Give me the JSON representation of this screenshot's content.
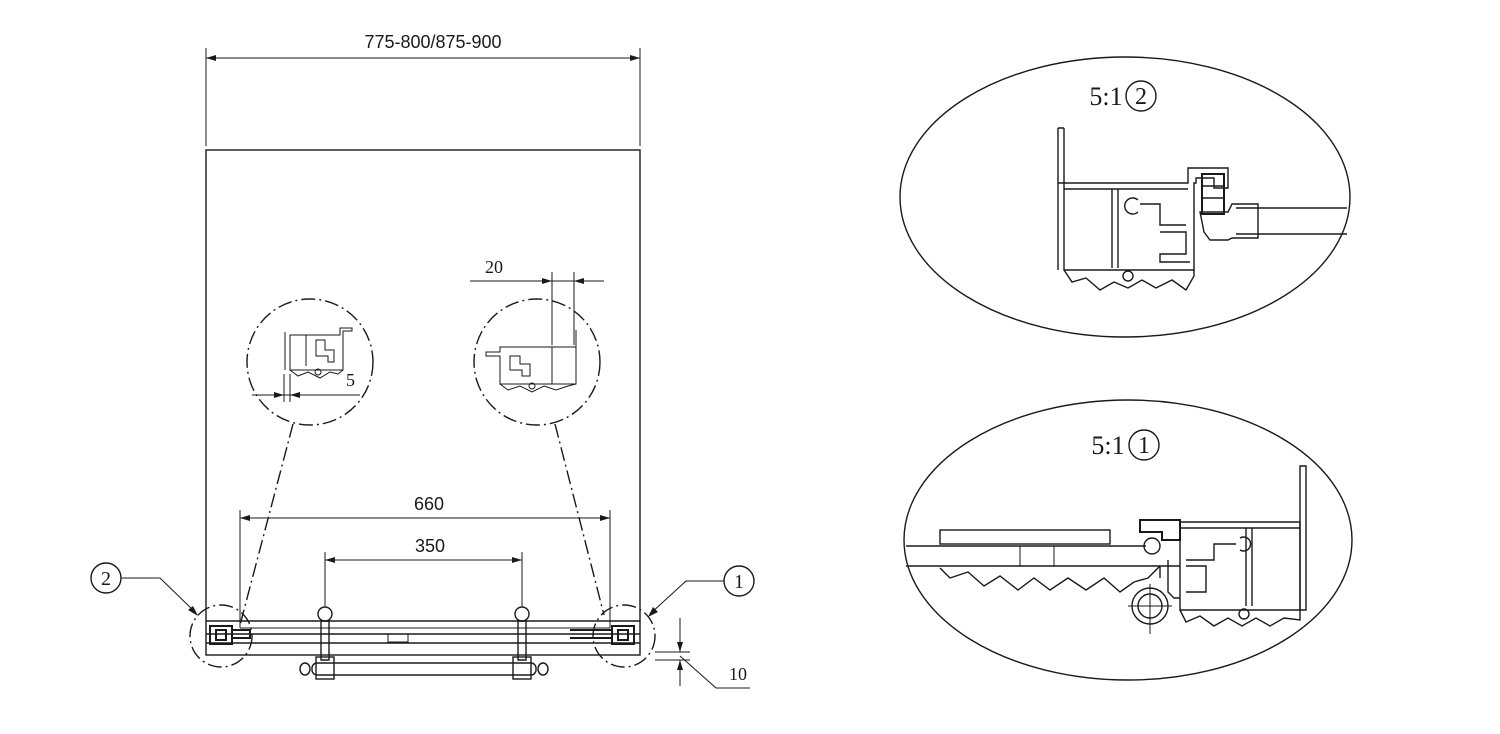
{
  "plan": {
    "overall_width_dim": "775-800/875-900",
    "dim_660": "660",
    "dim_350": "350",
    "dim_20": "20",
    "dim_5": "5",
    "dim_10": "10",
    "callout_left": "2",
    "callout_right": "1"
  },
  "details": {
    "detail_2": {
      "scale": "5:1",
      "number": "2"
    },
    "detail_1": {
      "scale": "5:1",
      "number": "1"
    }
  }
}
